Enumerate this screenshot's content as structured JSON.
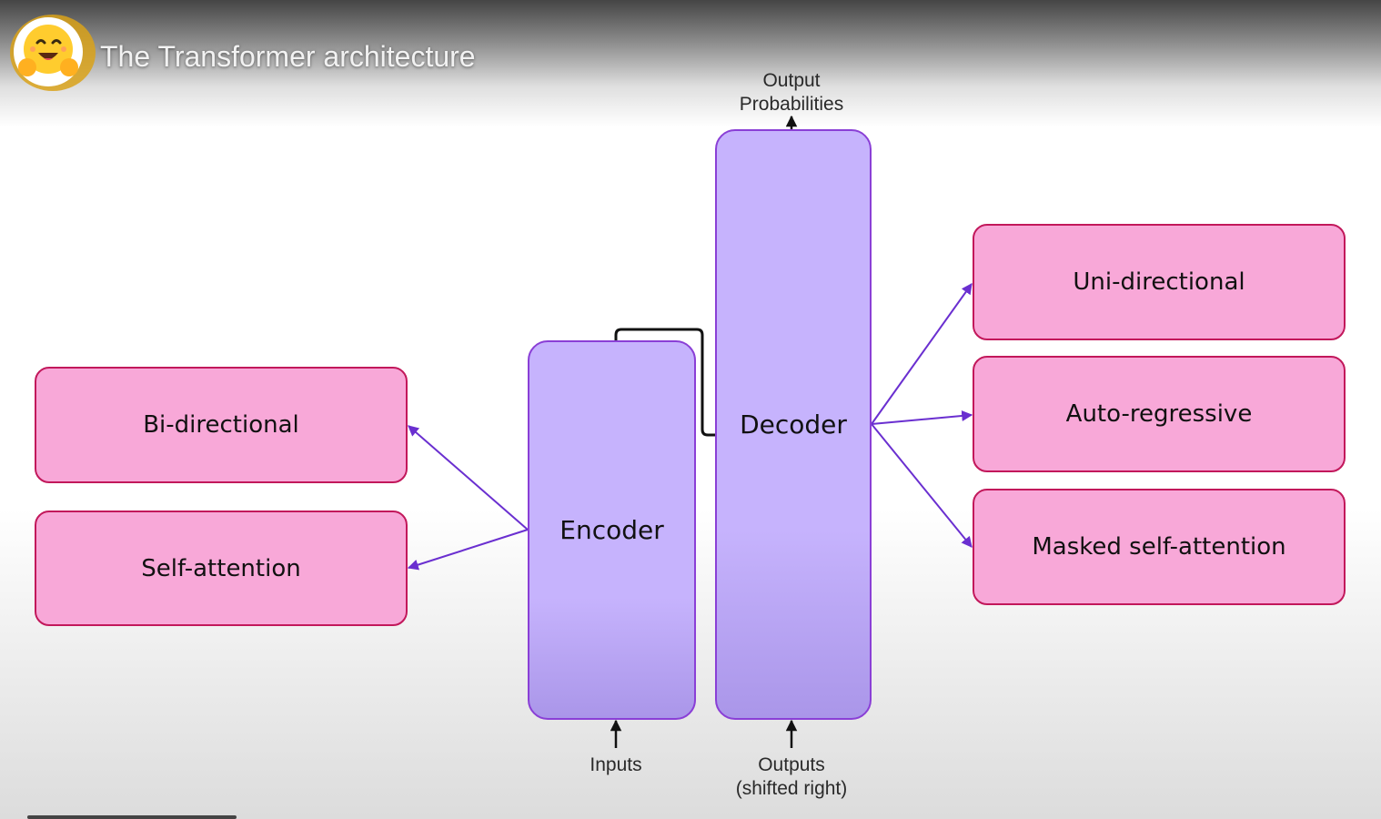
{
  "header": {
    "title": "The Transformer architecture",
    "logo_icon": "hugging-face-emoji-icon"
  },
  "diagram": {
    "encoder": {
      "label": "Encoder"
    },
    "decoder": {
      "label": "Decoder"
    },
    "encoder_features": [
      {
        "label": "Bi-directional"
      },
      {
        "label": "Self-attention"
      }
    ],
    "decoder_features": [
      {
        "label": "Uni-directional"
      },
      {
        "label": "Auto-regressive"
      },
      {
        "label": "Masked self-attention"
      }
    ],
    "io": {
      "output_probabilities": [
        "Output",
        "Probabilities"
      ],
      "inputs": "Inputs",
      "outputs": [
        "Outputs",
        "(shifted right)"
      ]
    },
    "colors": {
      "feature_fill": "#f8a8d8",
      "feature_border": "#c2185b",
      "block_fill": "#c6b3fd",
      "block_border": "#8a3fd6",
      "arrow": "#6a2fd0"
    }
  }
}
